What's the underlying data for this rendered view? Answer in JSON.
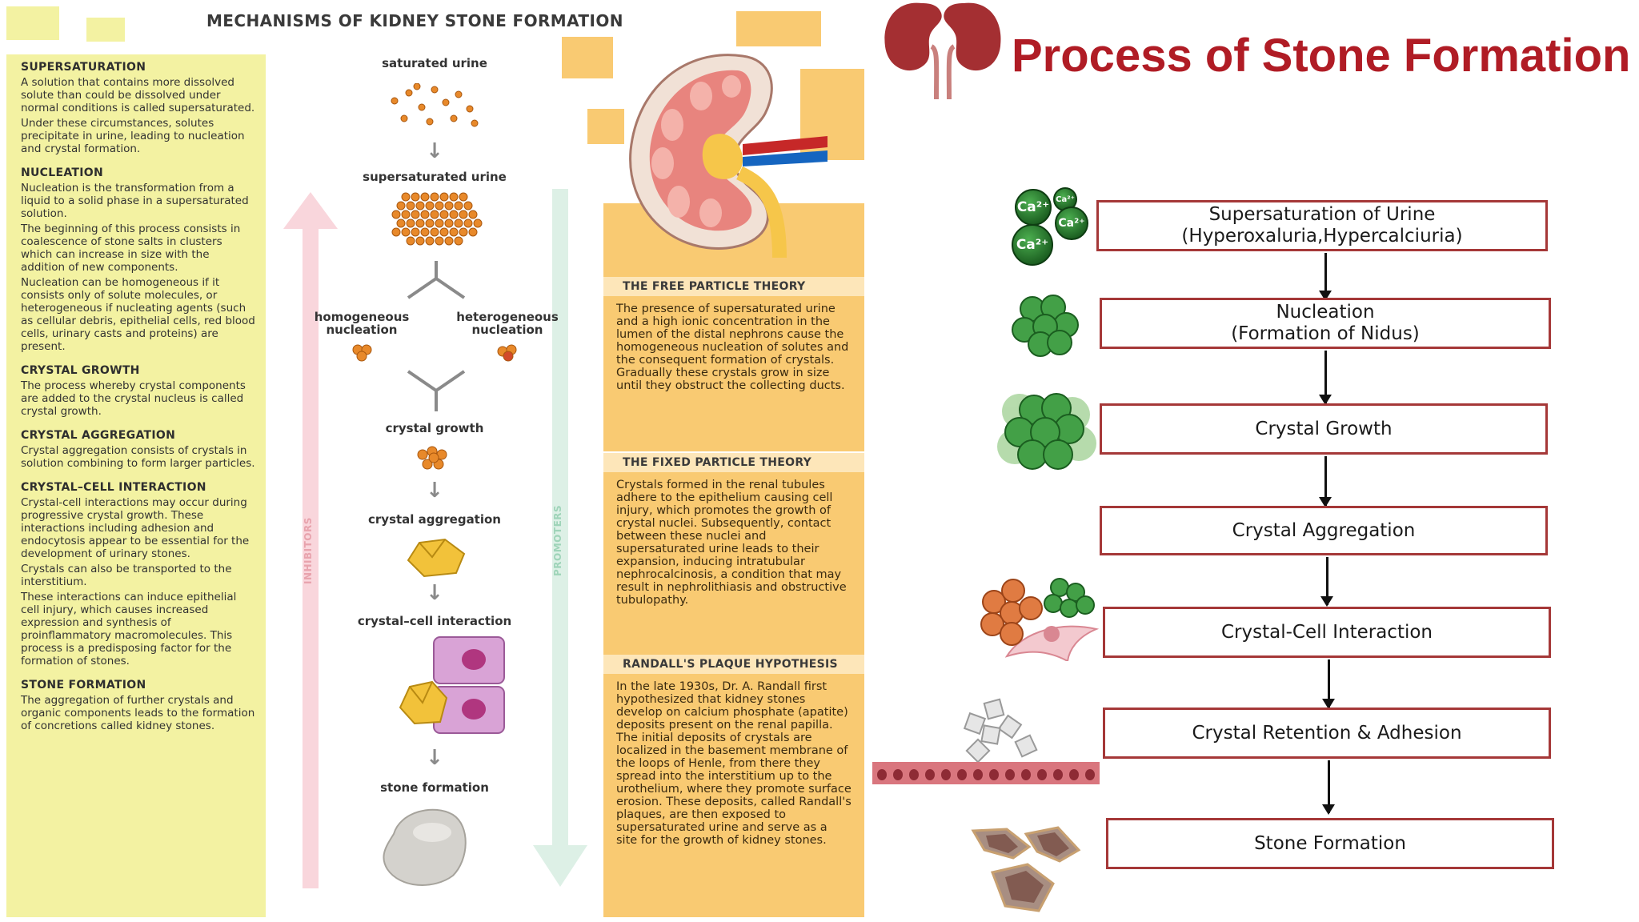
{
  "left_panel": {
    "title": "MECHANISMS OF KIDNEY STONE FORMATION",
    "definitions": [
      {
        "title": "SUPERSATURATION",
        "paras": [
          "A solution that contains more dissolved solute than could be dissolved under normal conditions is called supersaturated.",
          "Under these circumstances, solutes precipitate in urine, leading to nucleation and crystal formation."
        ]
      },
      {
        "title": "NUCLEATION",
        "paras": [
          "Nucleation is the transformation from a liquid to a solid phase in a supersaturated solution.",
          "The beginning of this process consists in coalescence of stone salts in clusters which can increase in size with the addition of new components.",
          "Nucleation can be homogeneous if it consists only of solute molecules, or heterogeneous if nucleating agents (such as cellular debris, epithelial cells, red blood cells, urinary casts and proteins) are present."
        ]
      },
      {
        "title": "CRYSTAL GROWTH",
        "paras": [
          "The process whereby crystal components are added to the crystal nucleus is called crystal growth."
        ]
      },
      {
        "title": "CRYSTAL AGGREGATION",
        "paras": [
          "Crystal aggregation consists of crystals in solution combining to form larger particles."
        ]
      },
      {
        "title": "CRYSTAL–CELL INTERACTION",
        "paras": [
          "Crystal-cell interactions may occur during progressive crystal growth. These interactions including adhesion and endocytosis appear to be essential for the development of urinary stones.",
          "Crystals can also be transported to the interstitium.",
          "These interactions can induce epithelial cell injury, which causes increased expression and synthesis of proinflammatory macromolecules. This process is a predisposing factor for the formation of stones."
        ]
      },
      {
        "title": "STONE FORMATION",
        "paras": [
          "The aggregation of further crystals and organic components leads to the formation of concretions called kidney stones."
        ]
      }
    ],
    "flow": {
      "saturated": "saturated urine",
      "supersaturated": "supersaturated urine",
      "homogeneous": "homogeneous nucleation",
      "heterogeneous": "heterogeneous nucleation",
      "growth": "crystal growth",
      "aggregation": "crystal aggregation",
      "interaction": "crystal–cell interaction",
      "stone": "stone formation"
    },
    "inhibitors_label": "INHIBITORS",
    "promoters_label": "PROMOTERS",
    "theories": [
      {
        "title": "THE FREE PARTICLE THEORY",
        "text": "The presence of supersaturated urine and a high ionic concentration in the lumen of the distal nephrons cause the homogeneous nucleation of solutes and the consequent formation of crystals. Gradually these crystals grow in size until they obstruct the collecting ducts."
      },
      {
        "title": "THE FIXED PARTICLE THEORY",
        "text": "Crystals formed in the renal tubules adhere to the epithelium causing cell injury, which promotes the growth of crystal nuclei. Subsequently, contact between these nuclei and supersaturated urine leads to their expansion, inducing intratubular nephrocalcinosis, a condition that may result in nephrolithiasis and obstructive tubulopathy."
      },
      {
        "title": "RANDALL'S PLAQUE HYPOTHESIS",
        "text": "In the late 1930s, Dr. A. Randall first hypothesized that kidney stones develop on calcium phosphate (apatite) deposits present on the renal papilla. The initial deposits of crystals are localized in the basement membrane of the loops of Henle, from there they spread into the interstitium up to the urothelium, where they promote surface erosion. These deposits, called Randall's plaques, are then exposed to supersaturated urine and serve as a site for the growth of kidney stones."
      }
    ]
  },
  "right_panel": {
    "title": "Process of Stone Formation",
    "ions": [
      "Ca²⁺",
      "Ca²⁺",
      "Ca²⁺",
      "Ca²⁺"
    ],
    "steps": [
      {
        "line1": "Supersaturation of Urine",
        "line2": "(Hyperoxaluria,Hypercalciuria)"
      },
      {
        "line1": "Nucleation",
        "line2": "(Formation of Nidus)"
      },
      {
        "line1": "Crystal Growth",
        "line2": ""
      },
      {
        "line1": "Crystal Aggregation",
        "line2": ""
      },
      {
        "line1": "Crystal-Cell Interaction",
        "line2": ""
      },
      {
        "line1": "Crystal Retention & Adhesion",
        "line2": ""
      },
      {
        "line1": "Stone Formation",
        "line2": ""
      }
    ]
  },
  "colors": {
    "definition_bg": "#f3f2a2",
    "theory_bg": "#f9ca72",
    "theory_header_bg": "#fde6b9",
    "title_red": "#b01c25",
    "box_border": "#a53838",
    "crystal_orange": "#e8892a",
    "ion_green": "#2e7d32"
  }
}
